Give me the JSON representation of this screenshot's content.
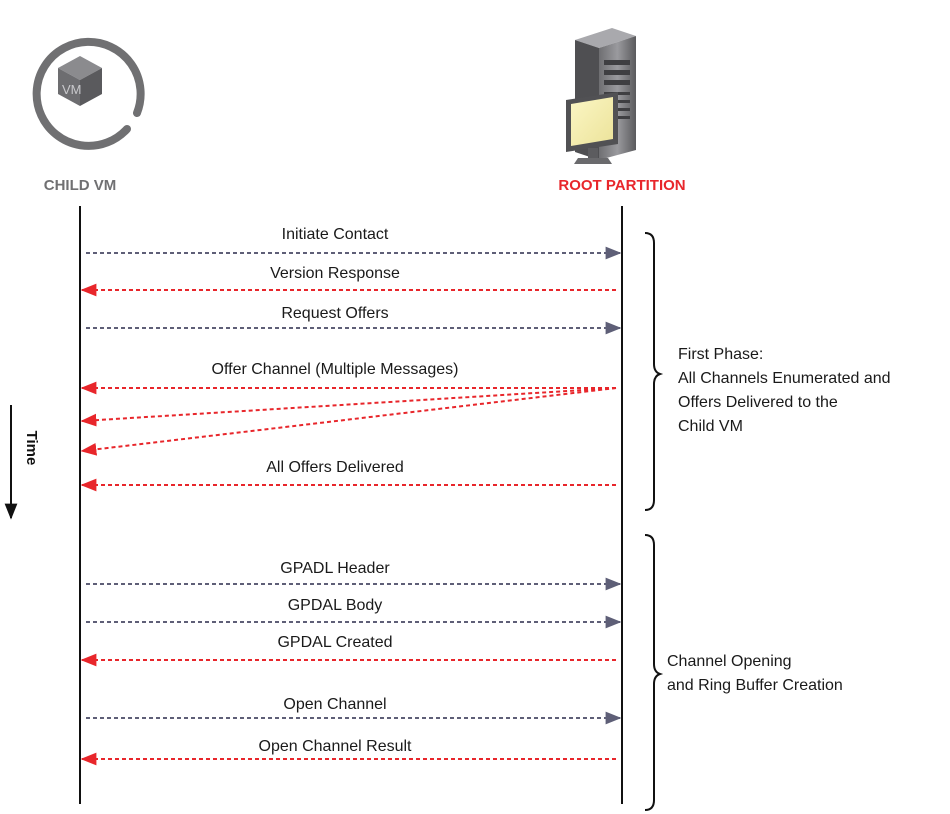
{
  "actors": {
    "child": {
      "label": "CHILD VM",
      "icon": "vm-cube-icon",
      "icon_text": "VM"
    },
    "root": {
      "label": "ROOT PARTITION",
      "icon": "server-tower-icon"
    }
  },
  "time_label": "Time",
  "messages": [
    {
      "label": "Initiate Contact",
      "direction": "to-root",
      "color": "#5e5f77"
    },
    {
      "label": "Version Response",
      "direction": "to-child",
      "color": "#e8262b"
    },
    {
      "label": "Request Offers",
      "direction": "to-root",
      "color": "#5e5f77"
    },
    {
      "label": "Offer Channel (Multiple Messages)",
      "direction": "to-child",
      "color": "#e8262b",
      "multiple": true
    },
    {
      "label": "All Offers Delivered",
      "direction": "to-child",
      "color": "#e8262b"
    },
    {
      "label": "GPADL Header",
      "direction": "to-root",
      "color": "#5e5f77"
    },
    {
      "label": "GPDAL Body",
      "direction": "to-root",
      "color": "#5e5f77"
    },
    {
      "label": "GPDAL Created",
      "direction": "to-child",
      "color": "#e8262b"
    },
    {
      "label": "Open Channel",
      "direction": "to-root",
      "color": "#5e5f77"
    },
    {
      "label": "Open Channel Result",
      "direction": "to-child",
      "color": "#e8262b"
    }
  ],
  "phases": [
    {
      "lines": [
        "First Phase:",
        "All Channels Enumerated and",
        "Offers Delivered to the",
        "Child VM"
      ]
    },
    {
      "lines": [
        "Channel Opening",
        "and Ring Buffer Creation"
      ]
    }
  ],
  "colors": {
    "request": "#5e5f77",
    "response": "#e8262b",
    "actor_gray": "#707072",
    "root_red": "#e8262b"
  }
}
